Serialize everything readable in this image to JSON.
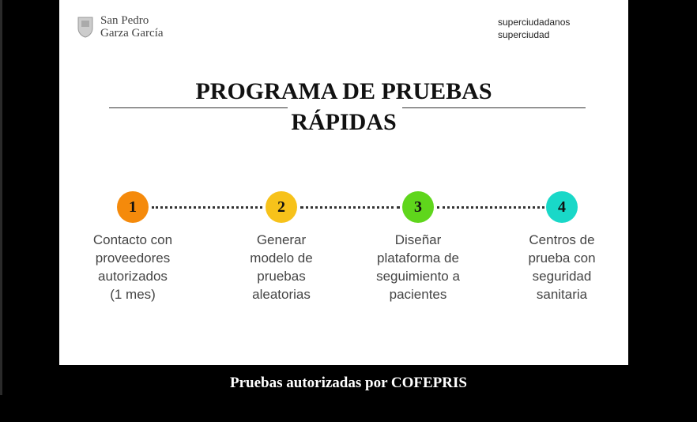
{
  "header": {
    "org_line1": "San Pedro",
    "org_line2": "Garza García",
    "handle1": "superciudadanos",
    "handle2": "superciudad"
  },
  "title": {
    "line1": "PROGRAMA DE PRUEBAS",
    "line2": "RÁPIDAS"
  },
  "steps": [
    {
      "number": "1",
      "color": "#f58a0b",
      "lines": [
        "Contacto con",
        "proveedores",
        "autorizados",
        "(1 mes)"
      ]
    },
    {
      "number": "2",
      "color": "#f7c21a",
      "lines": [
        "Generar",
        "modelo de",
        "pruebas",
        "aleatorias"
      ]
    },
    {
      "number": "3",
      "color": "#5fd61c",
      "lines": [
        "Diseñar",
        "plataforma de",
        "seguimiento a",
        "pacientes"
      ]
    },
    {
      "number": "4",
      "color": "#19d8c8",
      "lines": [
        "Centros de",
        "prueba con",
        "seguridad",
        "sanitaria"
      ]
    }
  ],
  "caption": "Pruebas autorizadas por COFEPRIS"
}
